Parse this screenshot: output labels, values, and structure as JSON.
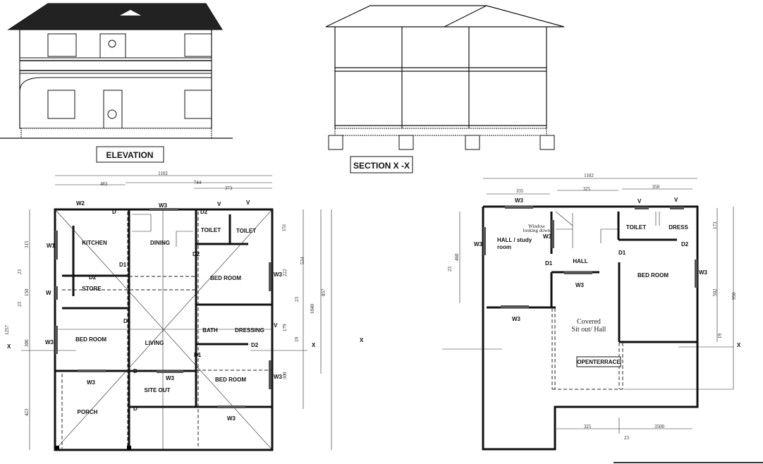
{
  "titles": {
    "elevation": "ELEVATION",
    "section": "SECTION X -X"
  },
  "ground_floor": {
    "rooms": [
      "KITCHEN",
      "DINING",
      "TOILET",
      "TOILET",
      "STORE",
      "BED ROOM",
      "BATH",
      "DRESSING",
      "BED ROOM",
      "LIVING",
      "BED ROOM",
      "SITE OUT",
      "PORCH"
    ],
    "openings": [
      "W2",
      "D",
      "W3",
      "D2",
      "V",
      "V",
      "W1",
      "D2",
      "D1",
      "D2",
      "W",
      "W3",
      "D1",
      "W3",
      "V",
      "D2",
      "D1",
      "D",
      "W3",
      "W3",
      "W3",
      "D",
      "W3"
    ],
    "dims": [
      "1102",
      "483",
      "744",
      "373",
      "1257",
      "315",
      "23",
      "150",
      "23",
      "300",
      "423",
      "151",
      "534",
      "857",
      "1040",
      "222",
      "179",
      "300",
      "23",
      "19"
    ],
    "section_marks": [
      "X",
      "X"
    ]
  },
  "first_floor": {
    "rooms": [
      "HALL / study",
      "room",
      "HALL",
      "TOILET",
      "DRESS",
      "BED ROOM",
      "Covered",
      "Sit out/ Hall",
      "OPENTERRACE"
    ],
    "note": [
      "Window",
      "looking down"
    ],
    "openings": [
      "W3",
      "W3",
      "W3",
      "D1",
      "V",
      "V",
      "D2",
      "D1",
      "W3",
      "W3",
      "W3"
    ],
    "dims": [
      "1102",
      "335",
      "325",
      "350",
      "460",
      "23",
      "173",
      "502",
      "950",
      "19",
      "325",
      "3500",
      "23"
    ],
    "section_marks": [
      "X"
    ]
  },
  "center_mark": "X"
}
